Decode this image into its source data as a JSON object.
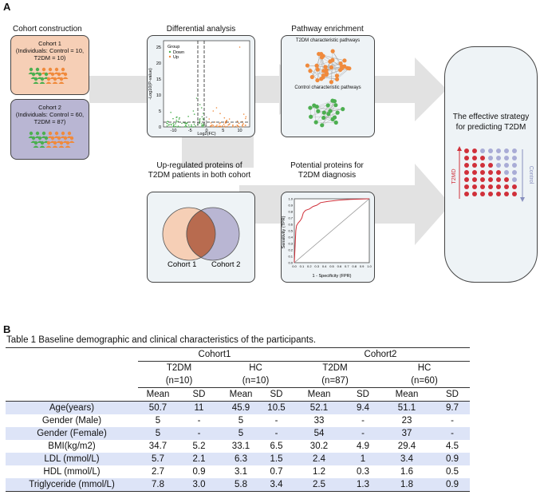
{
  "panel_a": {
    "label": "A",
    "cohort_construction": {
      "title": "Cohort construction",
      "cohort1": {
        "name": "Cohort 1",
        "detail1": "(Individuals: Control = 10,",
        "detail2": "T2DM = 10)",
        "color": "#f6cfb6"
      },
      "cohort2": {
        "name": "Cohort 2",
        "detail1": "(Individuals: Control = 60,",
        "detail2": "T2DM = 87)",
        "color": "#b9b6d3"
      }
    },
    "differential": {
      "title": "Differential analysis",
      "legend_title": "Group",
      "legend_down": "Down",
      "legend_up": "Up",
      "ylabel": "-Log10(P-value)",
      "xlabel": "Log2(FC)",
      "xticks": [
        "-10",
        "-5",
        "0",
        "5",
        "10"
      ],
      "yticks": [
        "25",
        "20",
        "15",
        "10",
        "5",
        "0"
      ],
      "down_color": "#4caf50",
      "up_color": "#f08a3c"
    },
    "pathway": {
      "title": "Pathway enrichment",
      "t2dm_label": "T2DM characteristic pathways",
      "control_label": "Control characteristic pathways"
    },
    "upregulated": {
      "title_line1": "Up-regulated proteins of",
      "title_line2": "T2DM patients in both cohort",
      "left_label": "Cohort 1",
      "right_label": "Cohort 2"
    },
    "roc": {
      "title_line1": "Potential proteins for",
      "title_line2": "T2DM diagnosis",
      "ylabel": "Sensitivity (TPR)",
      "xlabel": "1 - Specificity (FPR)",
      "ticks": [
        "0.0",
        "0.1",
        "0.2",
        "0.3",
        "0.4",
        "0.5",
        "0.6",
        "0.7",
        "0.8",
        "0.9",
        "1.0"
      ]
    },
    "strategy": {
      "line1": "The effective strategy",
      "line2": "for predicting T2DM",
      "left_axis": "T2MD",
      "right_axis": "Control"
    }
  },
  "panel_b": {
    "label": "B",
    "caption": "Table 1 Baseline demographic and clinical characteristics of the participants.",
    "cohort_headers": [
      "Cohort1",
      "Cohort2"
    ],
    "group_headers": [
      {
        "line1": "T2DM",
        "line2": "(n=10)"
      },
      {
        "line1": "HC",
        "line2": "(n=10)"
      },
      {
        "line1": "T2DM",
        "line2": "(n=87)"
      },
      {
        "line1": "HC",
        "line2": "(n=60)"
      }
    ],
    "stat_headers": [
      "Mean",
      "SD"
    ],
    "rows": [
      {
        "label": "Age(years)",
        "values": [
          "50.7",
          "11",
          "45.9",
          "10.5",
          "52.1",
          "9.4",
          "51.1",
          "9.7"
        ]
      },
      {
        "label": "Gender (Male)",
        "values": [
          "5",
          "-",
          "5",
          "-",
          "33",
          "-",
          "23",
          "-"
        ]
      },
      {
        "label": "Gender (Female)",
        "values": [
          "5",
          "-",
          "5",
          "-",
          "54",
          "-",
          "37",
          "-"
        ]
      },
      {
        "label": "BMI(kg/m2)",
        "values": [
          "34.7",
          "5.2",
          "33.1",
          "6.5",
          "30.2",
          "4.9",
          "29.4",
          "4.5"
        ]
      },
      {
        "label": "LDL (mmol/L)",
        "values": [
          "5.7",
          "2.1",
          "6.3",
          "1.5",
          "2.4",
          "1",
          "3.4",
          "0.9"
        ]
      },
      {
        "label": "HDL (mmol/L)",
        "values": [
          "2.7",
          "0.9",
          "3.1",
          "0.7",
          "1.2",
          "0.3",
          "1.6",
          "0.5"
        ]
      },
      {
        "label": "Triglyceride (mmol/L)",
        "values": [
          "7.8",
          "3.0",
          "5.8",
          "3.4",
          "2.5",
          "1.3",
          "1.8",
          "0.9"
        ]
      }
    ],
    "shade_color": "#dde4f7"
  }
}
